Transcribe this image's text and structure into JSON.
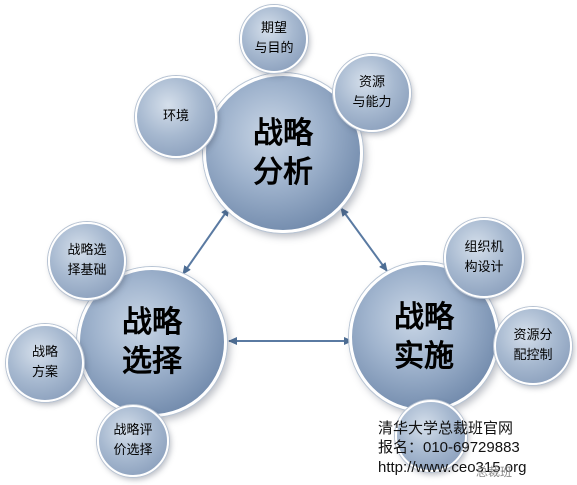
{
  "diagram": {
    "hubs": {
      "analysis": [
        "战略",
        "分析"
      ],
      "choice": [
        "战略",
        "选择"
      ],
      "implementation": [
        "战略",
        "实施"
      ]
    },
    "satellites": {
      "expectation": [
        "期望",
        "与目的"
      ],
      "environment": [
        "环境"
      ],
      "resources": [
        "资源",
        "与能力"
      ],
      "choice_basis": [
        "战略选",
        "择基础"
      ],
      "strategy_plan": [
        "战略",
        "方案"
      ],
      "choice_eval": [
        "战略评",
        "价选择"
      ],
      "org_design": [
        "组织机",
        "构设计"
      ],
      "resource_control": [
        "资源分",
        "配控制"
      ]
    }
  },
  "watermark": {
    "line1": "清华大学总裁班官网",
    "line2": "报名：010-69729883",
    "line3": "http://www.ceo315.org",
    "brand": "总裁班"
  },
  "colors": {
    "arrow": "#4d6d94",
    "hub_fill": "#7f97b8",
    "satellite_fill": "#a7b9d0"
  }
}
